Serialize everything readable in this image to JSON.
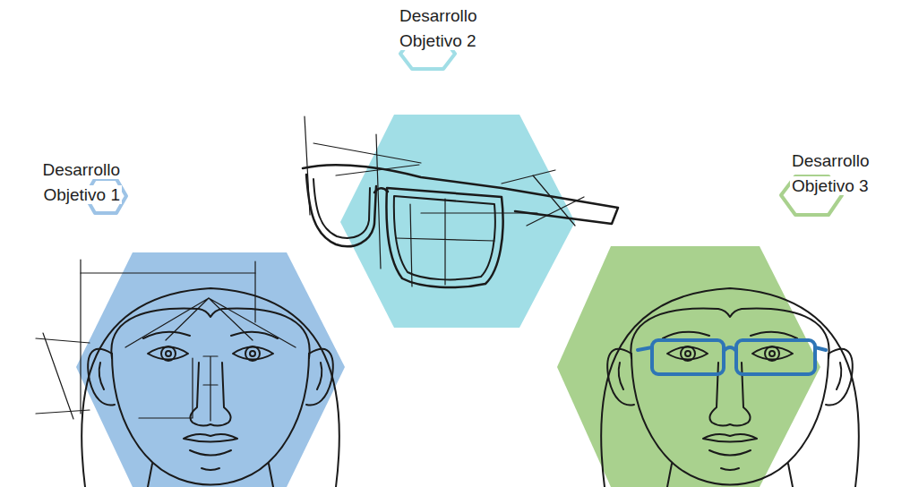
{
  "diagram": {
    "labels": [
      "Desarrollo Objetivo 1",
      "Desarrollo Objetivo 2",
      "Desarrollo Objetivo 3"
    ]
  }
}
